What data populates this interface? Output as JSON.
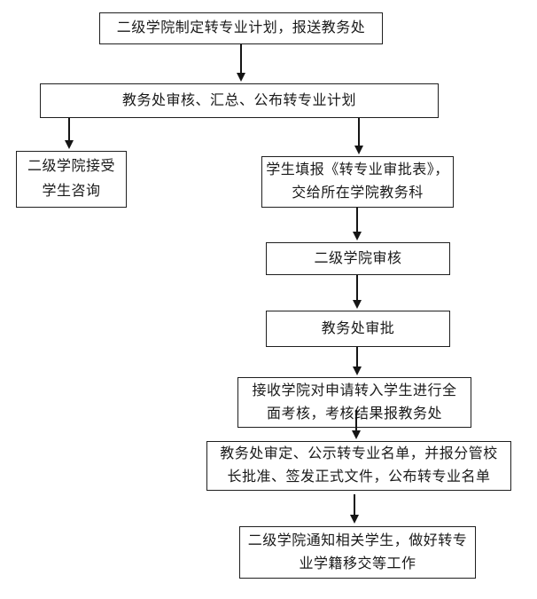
{
  "colors": {
    "background": "#ffffff",
    "box_border": "#1f1f1f",
    "text": "#1a1a1a",
    "arrow": "#151515"
  },
  "flowchart": {
    "nodes": {
      "plan": {
        "text": "二级学院制定转专业计划，报送教务处"
      },
      "review_publish": {
        "text": "教务处审核、汇总、公布转专业计划"
      },
      "consult": {
        "text": "二级学院接受\n学生咨询"
      },
      "apply": {
        "text": "学生填报《转专业审批表》，\n交给所在学院教务科"
      },
      "college_review": {
        "text": "二级学院审核"
      },
      "jwc_approve": {
        "text": "教务处审批"
      },
      "assessment": {
        "text": "接收学院对申请转入学生进行全\n面考核，考核结果报教务处"
      },
      "finalize": {
        "text": "教务处审定、公示转专业名单，并报分管校\n长批准、签发正式文件，公布转专业名单"
      },
      "notify": {
        "text": "二级学院通知相关学生，做好转专\n业学籍移交等工作"
      }
    },
    "edges": [
      {
        "from": "plan",
        "to": "review_publish"
      },
      {
        "from": "review_publish",
        "to": "consult"
      },
      {
        "from": "review_publish",
        "to": "apply"
      },
      {
        "from": "apply",
        "to": "college_review"
      },
      {
        "from": "college_review",
        "to": "jwc_approve"
      },
      {
        "from": "jwc_approve",
        "to": "assessment"
      },
      {
        "from": "assessment",
        "to": "finalize"
      },
      {
        "from": "finalize",
        "to": "notify"
      }
    ]
  }
}
